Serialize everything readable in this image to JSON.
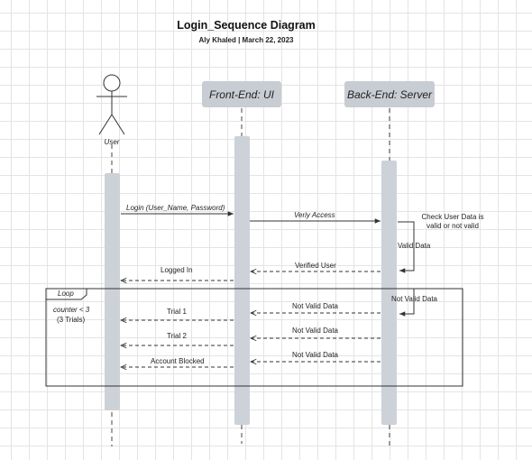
{
  "header": {
    "title": "Login_Sequence Diagram",
    "subtitle": "Aly Khaled  |  March 22, 2023"
  },
  "actors": {
    "user": "User",
    "frontend": "Front-End: UI",
    "backend": "Back-End: Server"
  },
  "loop": {
    "tag": "Loop",
    "condition": "counter < 3",
    "trials": "(3 Trials)"
  },
  "messages": {
    "login": "Login (User_Name, Password)",
    "verify_access": "Veriy Access",
    "check_user_data": "Check User Data is valid or not valid",
    "valid_data": "Valid Data",
    "verified_user": "Verified User",
    "logged_in": "Logged In",
    "not_valid_data_self": "Not Valid Data",
    "not_valid_data_1": "Not Valid Data",
    "trial_1": "Trial 1",
    "not_valid_data_2": "Not Valid Data",
    "trial_2": "Trial 2",
    "not_valid_data_3": "Not Valid Data",
    "account_blocked": "Account Blocked"
  },
  "colors": {
    "activation": "#cdd1d8",
    "line": "#333333",
    "grid": "#e4e4e4"
  }
}
